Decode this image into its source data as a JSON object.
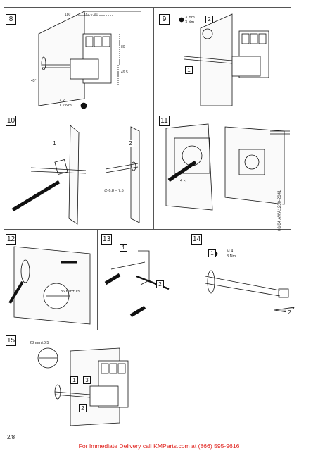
{
  "steps": {
    "s8": {
      "num": "8",
      "dim_a": "180",
      "dim_b": "(82 – 90)",
      "dim_c": "80",
      "dim_d": "49.5",
      "angle": "45°",
      "torque_label": "Z 2",
      "torque_value": "1.2 Nm"
    },
    "s9": {
      "num": "9",
      "mm_label": "3 mm",
      "nm_label": "3 Nm",
      "sub1": "1",
      "sub2": "2"
    },
    "s10": {
      "num": "10",
      "sub1": "1",
      "sub2": "2",
      "diameter": "∅ 6.8 – 7.5"
    },
    "s11": {
      "num": "11",
      "count": "4 ×"
    },
    "s12": {
      "num": "12",
      "dim": "36 mm±0.5"
    },
    "s13": {
      "num": "13",
      "sub1": "1",
      "sub2": "2"
    },
    "s14": {
      "num": "14",
      "sub1": "1",
      "sub2": "2",
      "screw": "M 4",
      "torque": "3 Nm"
    },
    "s15": {
      "num": "15",
      "dim": "23 mm±0.5",
      "sub1": "1",
      "sub2": "2",
      "sub3": "3"
    }
  },
  "doc_code": "08/04 AWA1230-2041",
  "page_number": "2/8",
  "footer": "For Immediate Delivery call KMParts.com at (866) 595-9616",
  "colors": {
    "footer": "#e0201b",
    "line": "#111111"
  }
}
